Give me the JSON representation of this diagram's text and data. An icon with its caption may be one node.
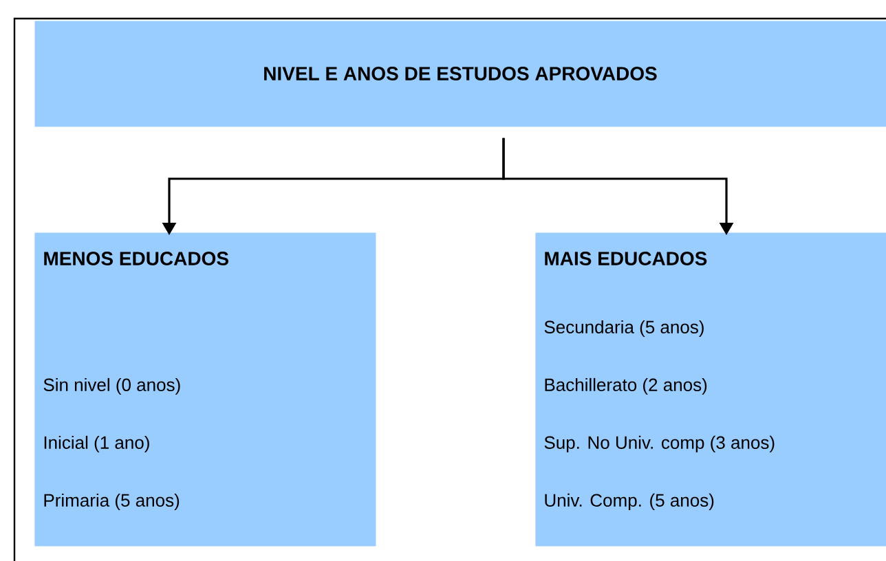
{
  "diagram": {
    "nodes": [
      {
        "text": [
          "NIVEL E ANOS DE ESTUDOS APROVADOS"
        ]
      },
      {
        "text": [
          "MENOS EDUCADOS",
          "Sin nivel (0 anos)",
          "Inicial (1 ano)",
          "Primaria (5 anos)"
        ]
      },
      {
        "text": [
          "MAIS EDUCADOS",
          "Secundaria (5 anos)",
          "Bachillerato (2 anos)",
          "Sup. No Univ. comp (3 anos)",
          "Univ. Comp.  (5 anos)"
        ]
      }
    ],
    "edges": [
      {
        "from": 0,
        "to": 1,
        "arrow": "to"
      },
      {
        "from": 0,
        "to": 2,
        "arrow": "to"
      }
    ]
  }
}
